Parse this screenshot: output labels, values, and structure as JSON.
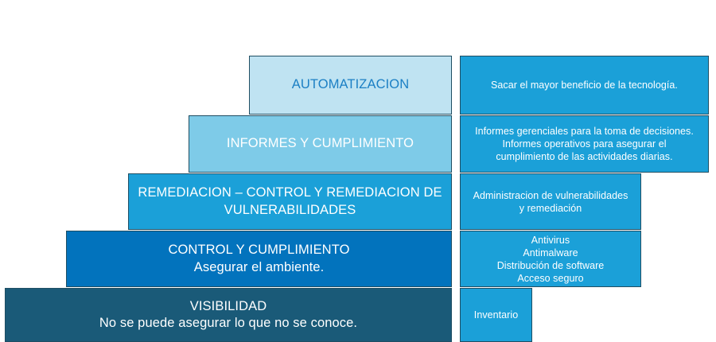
{
  "diagram": {
    "type": "staircase-maturity-model",
    "language": "es",
    "border_color": "#1f4e63",
    "background": "#ffffff",
    "rows": [
      {
        "level": 1,
        "step": {
          "name": "automatizacion",
          "title": "AUTOMATIZACION",
          "subtitle": "",
          "fill": "#bfe3f2",
          "text_color": "#1b7fc4"
        },
        "detail": {
          "name": "automatizacion-detail",
          "text": "Sacar el mayor beneficio de la tecnología.",
          "fill": "#1ba0d8",
          "text_color": "#ffffff"
        }
      },
      {
        "level": 2,
        "step": {
          "name": "informes-y-cumplimiento",
          "title": "INFORMES Y CUMPLIMIENTO",
          "subtitle": "",
          "fill": "#7ecbe8",
          "text_color": "#ffffff"
        },
        "detail": {
          "name": "informes-y-cumplimiento-detail",
          "text": "Informes gerenciales para la toma de decisiones.\nInformes operativos para asegurar el\ncumplimiento de las actividades diarias.",
          "fill": "#1ba0d8",
          "text_color": "#ffffff"
        }
      },
      {
        "level": 3,
        "step": {
          "name": "remediacion",
          "title": "REMEDIACION – CONTROL Y REMEDIACION DE\nVULNERABILIDADES",
          "subtitle": "",
          "fill": "#1ba0d8",
          "text_color": "#ffffff"
        },
        "detail": {
          "name": "remediacion-detail",
          "text": "Administracion de vulnerabilidades\ny remediación",
          "fill": "#1ba0d8",
          "text_color": "#ffffff"
        }
      },
      {
        "level": 4,
        "step": {
          "name": "control-y-cumplimiento",
          "title": "CONTROL Y CUMPLIMIENTO\nAsegurar el ambiente.",
          "subtitle": "",
          "fill": "#0273bd",
          "text_color": "#ffffff"
        },
        "detail": {
          "name": "control-y-cumplimiento-detail",
          "text": "Antivirus\nAntimalware\nDistribución de software\nAcceso seguro",
          "fill": "#1ba0d8",
          "text_color": "#ffffff"
        }
      },
      {
        "level": 5,
        "step": {
          "name": "visibilidad",
          "title": "VISIBILIDAD\nNo se puede asegurar lo que no se conoce.",
          "subtitle": "",
          "fill": "#1a5a78",
          "text_color": "#ffffff"
        },
        "detail": {
          "name": "visibilidad-detail",
          "text": "Inventario",
          "fill": "#1ba0d8",
          "text_color": "#ffffff"
        }
      }
    ]
  }
}
